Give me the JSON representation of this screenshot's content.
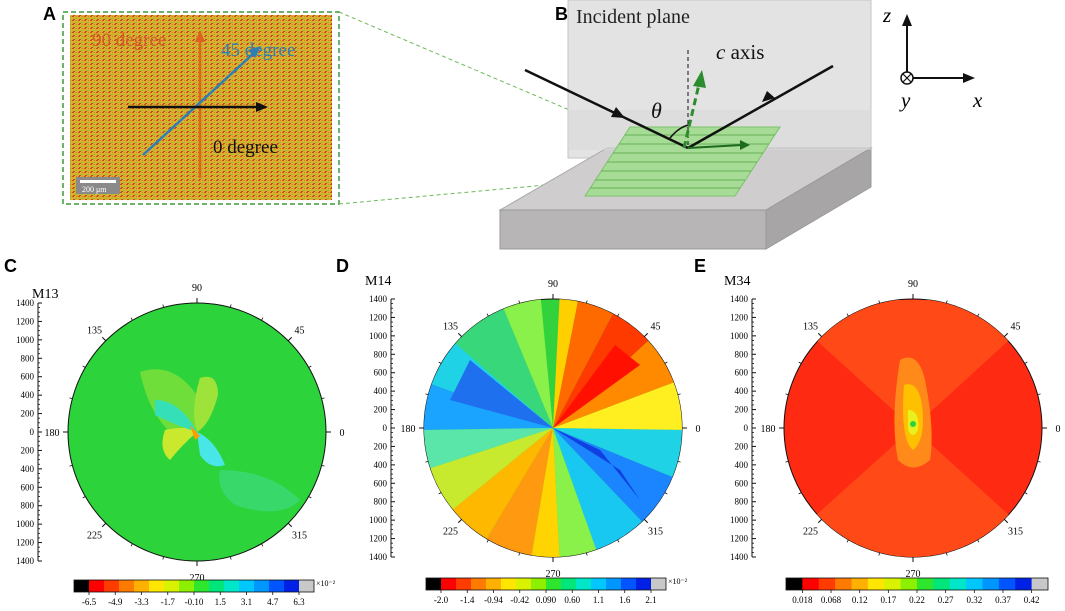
{
  "panels": {
    "A": {
      "letter": "A",
      "labels": {
        "deg90": "90 degree",
        "deg45": "45 degree",
        "deg0": "0 degree"
      },
      "scalebar": "200 μm",
      "colors": {
        "bg": "#d9b82f",
        "red": "#d5582a",
        "green": "#8fbf3a",
        "arrow90": "#e0601f",
        "arrow45": "#2e7fb6",
        "arrow0": "#111111"
      }
    },
    "B": {
      "letter": "B",
      "incident_plane": "Incident plane",
      "c_axis_c": "c",
      "c_axis_word": " axis",
      "theta": "θ",
      "axes": {
        "z": "z",
        "y": "y",
        "x": "x"
      }
    },
    "polars": [
      {
        "letter": "C",
        "name": "M13",
        "colorbar_ticks": [
          "-6.5",
          "-4.9",
          "-3.3",
          "-1.7",
          "-0.10",
          "1.5",
          "3.1",
          "4.7",
          "6.3"
        ],
        "colorbar_exponent": "×10⁻²",
        "background": "#2dd33a"
      },
      {
        "letter": "D",
        "name": "M14",
        "colorbar_ticks": [
          "-2.0",
          "-1.4",
          "-0.94",
          "-0.42",
          "0.090",
          "0.60",
          "1.1",
          "1.6",
          "2.1"
        ],
        "colorbar_exponent": "×10⁻²",
        "background": "#32d23c"
      },
      {
        "letter": "E",
        "name": "M34",
        "colorbar_ticks": [
          "0.018",
          "0.068",
          "0.12",
          "0.17",
          "0.22",
          "0.27",
          "0.32",
          "0.37",
          "0.42"
        ],
        "colorbar_exponent": "",
        "background": "#ff2a12"
      }
    ],
    "radial_ticks": [
      "1400",
      "1200",
      "1000",
      "800",
      "600",
      "400",
      "200",
      "0",
      "200",
      "400",
      "600",
      "800",
      "1000",
      "1200",
      "1400"
    ],
    "angle_labels": {
      "a0": "0",
      "a45": "45",
      "a90": "90",
      "a135": "135",
      "a180": "180",
      "a225": "225",
      "a270": "270",
      "a315": "315"
    },
    "colorbar_colors": [
      "#000000",
      "#ff0000",
      "#ff3c00",
      "#ff7a00",
      "#ffb000",
      "#ffe600",
      "#d9f200",
      "#8cf000",
      "#2de62d",
      "#00e67a",
      "#00e6c8",
      "#00c8ff",
      "#0096ff",
      "#0055ff",
      "#0020e6",
      "#c8c8c8"
    ]
  }
}
